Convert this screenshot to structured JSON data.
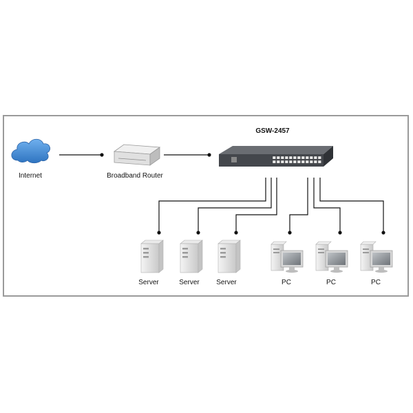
{
  "switch": {
    "label": "GSW-2457"
  },
  "nodes": {
    "internet": "Internet",
    "router": "Broadband Router"
  },
  "servers": [
    {
      "label": "Server"
    },
    {
      "label": "Server"
    },
    {
      "label": "Server"
    }
  ],
  "pcs": [
    {
      "label": "PC"
    },
    {
      "label": "PC"
    },
    {
      "label": "PC"
    }
  ],
  "colors": {
    "frame": "#9a9a9a",
    "line": "#111111",
    "cloud": "#4a90d9",
    "switch": "#4a4d52"
  }
}
